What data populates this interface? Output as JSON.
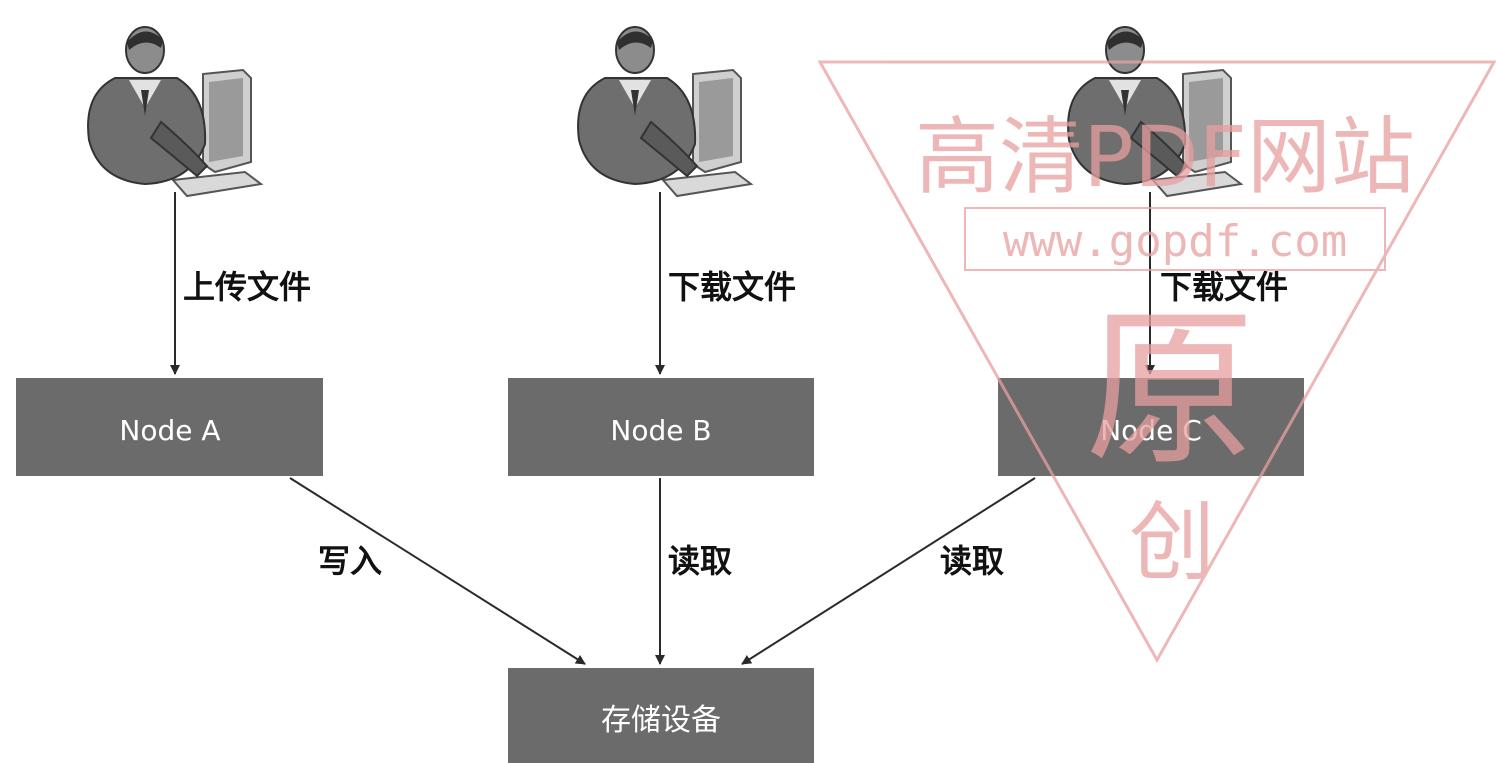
{
  "diagram": {
    "users": [
      {
        "id": "user-a"
      },
      {
        "id": "user-b"
      },
      {
        "id": "user-c"
      }
    ],
    "nodes": {
      "node_a": "Node A",
      "node_b": "Node B",
      "node_c": "Node C",
      "storage": "存储设备"
    },
    "edges": {
      "upload": "上传文件",
      "download_b": "下载文件",
      "download_c": "下载文件",
      "write": "写入",
      "read_b": "读取",
      "read_c": "读取"
    }
  },
  "watermark": {
    "title": "高清PDF网站",
    "url": "www.gopdf.com",
    "original_1": "原",
    "original_2": "创",
    "color": "#e8a0a0"
  },
  "colors": {
    "node_fill": "#6b6b6b",
    "node_text": "#ffffff",
    "line": "#2a2a2a"
  },
  "icons": {
    "user": "person-at-computer-icon"
  }
}
